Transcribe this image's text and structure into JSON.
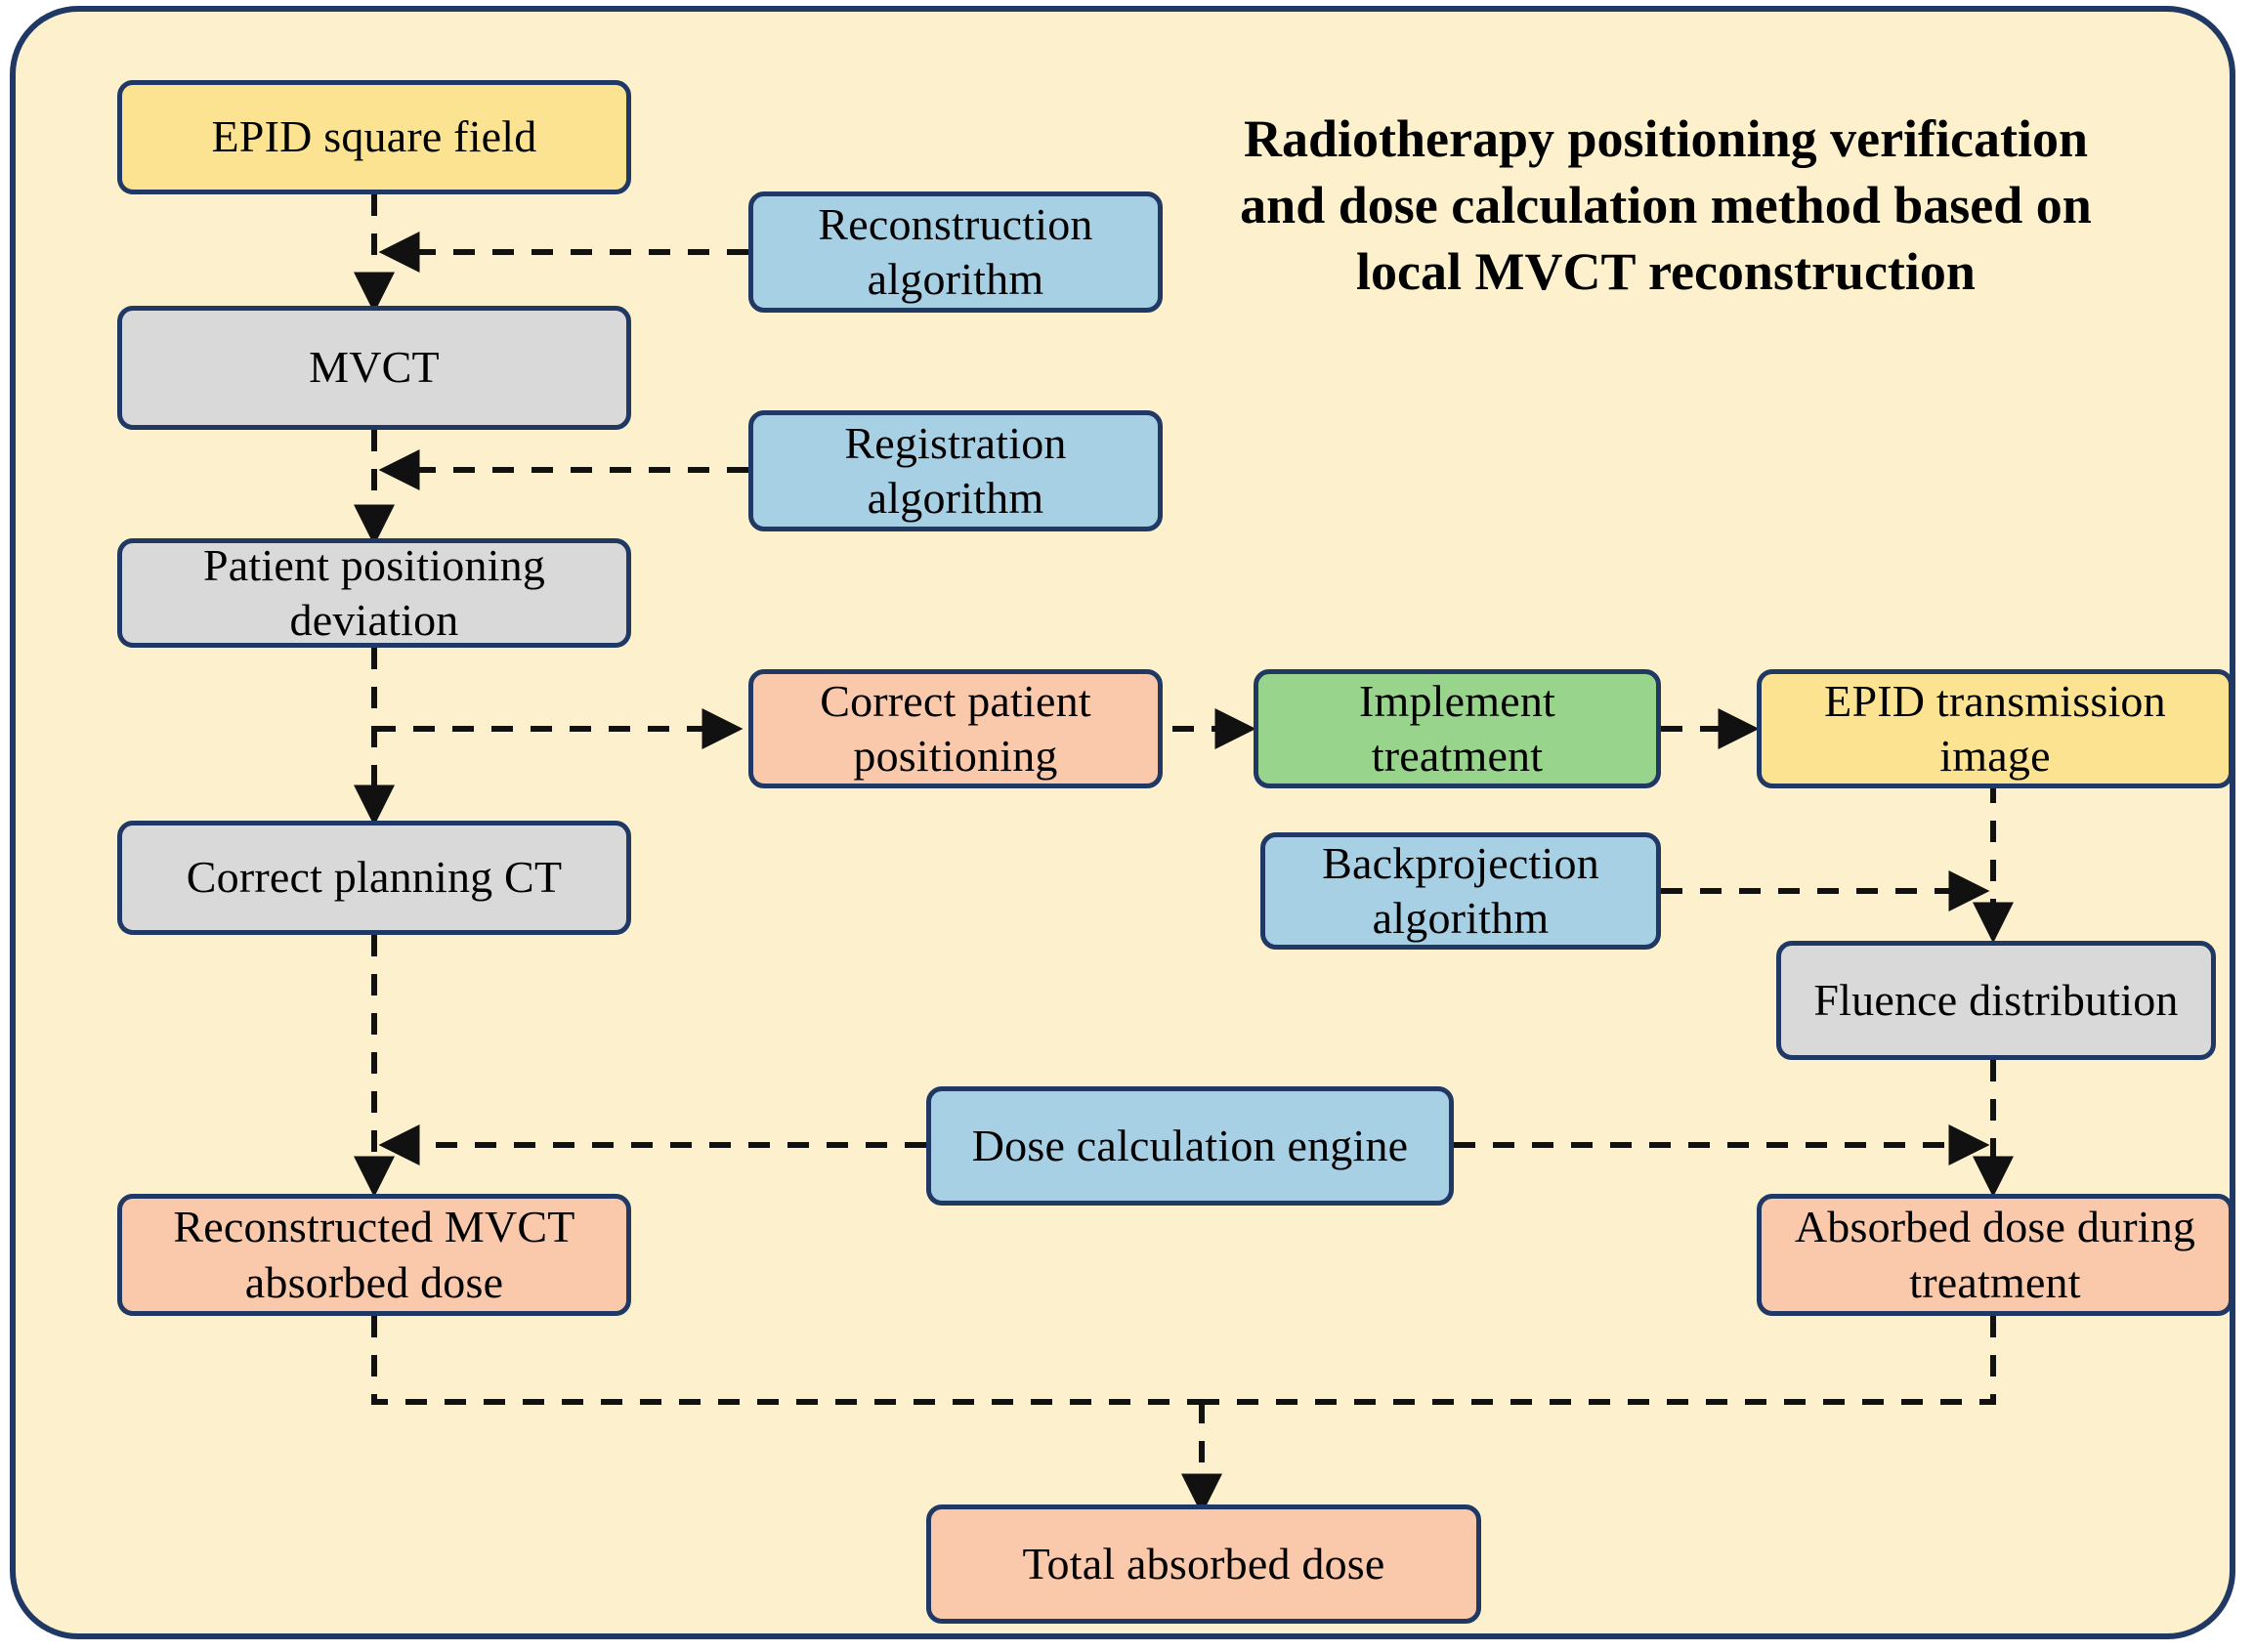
{
  "diagram": {
    "title": "Radiotherapy positioning verification and dose calculation method based on local MVCT reconstruction",
    "background_color": "#fdf0cd",
    "border_color": "#1f3864",
    "palette": {
      "yellow": "#fce391",
      "gray": "#d9d9d9",
      "blue": "#a7d0e4",
      "salmon": "#fac9ab",
      "green": "#98d48c"
    },
    "nodes": [
      {
        "id": "epid_square_field",
        "label": "EPID square field",
        "color": "yellow"
      },
      {
        "id": "reconstruction_algorithm",
        "label": "Reconstruction algorithm",
        "color": "blue"
      },
      {
        "id": "mvct",
        "label": "MVCT",
        "color": "gray"
      },
      {
        "id": "registration_algorithm",
        "label": "Registration algorithm",
        "color": "blue"
      },
      {
        "id": "patient_positioning_dev",
        "label": "Patient positioning deviation",
        "color": "gray"
      },
      {
        "id": "correct_patient_pos",
        "label": "Correct patient positioning",
        "color": "salmon"
      },
      {
        "id": "implement_treatment",
        "label": "Implement treatment",
        "color": "green"
      },
      {
        "id": "epid_transmission_image",
        "label": "EPID transmission image",
        "color": "yellow"
      },
      {
        "id": "correct_planning_ct",
        "label": "Correct planning CT",
        "color": "gray"
      },
      {
        "id": "backprojection_algorithm",
        "label": "Backprojection algorithm",
        "color": "blue"
      },
      {
        "id": "fluence_distribution",
        "label": "Fluence distribution",
        "color": "gray"
      },
      {
        "id": "dose_calculation_engine",
        "label": "Dose calculation engine",
        "color": "blue"
      },
      {
        "id": "reconstructed_mvct_dose",
        "label": "Reconstructed MVCT absorbed dose",
        "color": "salmon"
      },
      {
        "id": "absorbed_dose_treatment",
        "label": "Absorbed dose during treatment",
        "color": "salmon"
      },
      {
        "id": "total_absorbed_dose",
        "label": "Total absorbed dose",
        "color": "salmon"
      }
    ],
    "edges": [
      {
        "from": "epid_square_field",
        "to": "mvct",
        "style": "dashed"
      },
      {
        "from": "reconstruction_algorithm",
        "to": "mvct",
        "style": "dashed"
      },
      {
        "from": "mvct",
        "to": "patient_positioning_dev",
        "style": "dashed"
      },
      {
        "from": "registration_algorithm",
        "to": "patient_positioning_dev",
        "style": "dashed"
      },
      {
        "from": "patient_positioning_dev",
        "to": "correct_patient_pos",
        "style": "dashed"
      },
      {
        "from": "patient_positioning_dev",
        "to": "correct_planning_ct",
        "style": "dashed"
      },
      {
        "from": "correct_patient_pos",
        "to": "implement_treatment",
        "style": "dashed"
      },
      {
        "from": "implement_treatment",
        "to": "epid_transmission_image",
        "style": "dashed"
      },
      {
        "from": "epid_transmission_image",
        "to": "fluence_distribution",
        "style": "dashed"
      },
      {
        "from": "backprojection_algorithm",
        "to": "fluence_distribution",
        "style": "dashed"
      },
      {
        "from": "correct_planning_ct",
        "to": "reconstructed_mvct_dose",
        "style": "dashed"
      },
      {
        "from": "dose_calculation_engine",
        "to": "reconstructed_mvct_dose",
        "style": "dashed"
      },
      {
        "from": "dose_calculation_engine",
        "to": "absorbed_dose_treatment",
        "style": "dashed"
      },
      {
        "from": "fluence_distribution",
        "to": "absorbed_dose_treatment",
        "style": "dashed"
      },
      {
        "from": "reconstructed_mvct_dose",
        "to": "total_absorbed_dose",
        "style": "dashed"
      },
      {
        "from": "absorbed_dose_treatment",
        "to": "total_absorbed_dose",
        "style": "dashed"
      }
    ]
  }
}
